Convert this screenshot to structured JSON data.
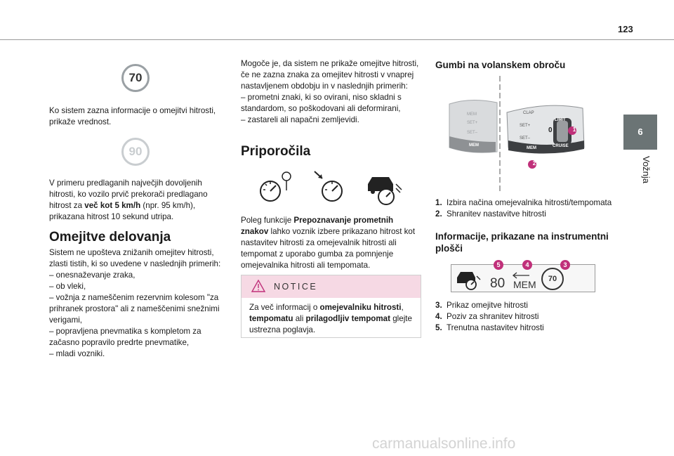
{
  "header": {
    "page_number": "123"
  },
  "side_tab": {
    "number": "6",
    "label": "Vožnja"
  },
  "col1": {
    "sign_current": "70",
    "para1": "Ko sistem zazna informacije o omejitvi hitrosti, prikaže vrednost.",
    "sign_previous": "90",
    "para2_before": "V primeru predlaganih največjih dovoljenih hitrosti, ko vozilo prvič prekorači predlagano hitrost za ",
    "para2_bold": "več kot 5 km/h",
    "para2_after": " (npr. 95 km/h), prikazana hitrost 10 sekund utripa.",
    "heading": "Omejitve delovanja",
    "intro": "Sistem ne upošteva znižanih omejitev hitrosti, zlasti tistih, ki so uvedene v naslednjih primerih:",
    "bullets": [
      "– onesnaževanje zraka,",
      "– ob vleki,",
      "– vožnja z nameščenim rezervnim kolesom \"za prihranek prostora\" ali z nameščenimi snežnimi verigami,",
      "– popravljena pnevmatika s kompletom za začasno popravilo predrte pnevmatike,",
      "– mladi vozniki."
    ]
  },
  "col2": {
    "intro": "Mogoče je, da sistem ne prikaže omejitve hitrosti, če ne zazna znaka za omejitev hitrosti v vnaprej nastavljenem obdobju in v naslednjih primerih:",
    "bullets": [
      "– prometni znaki, ki so ovirani, niso skladni s standardom, so poškodovani ali deformirani,",
      "– zastareli ali napačni zemljevidi."
    ],
    "heading": "Priporočila",
    "para_before": "Poleg funkcije ",
    "para_bold": "Prepoznavanje prometnih znakov",
    "para_after": " lahko voznik izbere prikazano hitrost kot nastavitev hitrosti za omejevalnik hitrosti ali tempomat z uporabo gumba za pomnjenje omejevalnika hitrosti ali tempomata.",
    "notice": {
      "title": "NOTICE",
      "text_1": "Za več informacij o ",
      "bold_1": "omejevalniku hitrosti",
      "text_2": ", ",
      "bold_2": "tempomatu",
      "text_3": " ali ",
      "bold_3": "prilagodljiv tempomat",
      "text_4": " glejte ustrezna poglavja."
    }
  },
  "col3": {
    "heading1": "Gumbi na volanskem obroču",
    "stalk": {
      "mem": "MEM",
      "set_plus": "SET+",
      "set_minus": "SET–",
      "limit": "LIMIT",
      "cruise": "CRUISE",
      "zero": "0",
      "clap": "CLAP",
      "callout_1": "1",
      "callout_2": "2"
    },
    "list1": [
      {
        "n": "1.",
        "text": "Izbira načina omejevalnika hitrosti/tempomata"
      },
      {
        "n": "2.",
        "text": "Shranitev nastavitve hitrosti"
      }
    ],
    "heading2": "Informacije, prikazane na instrumentni plošči",
    "panel": {
      "speed": "80",
      "mem": "MEM",
      "sign": "70",
      "callout_5": "5",
      "callout_4": "4",
      "callout_3": "3"
    },
    "list2": [
      {
        "n": "3.",
        "text": "Prikaz omejitve hitrosti"
      },
      {
        "n": "4.",
        "text": "Poziv za shranitev hitrosti"
      },
      {
        "n": "5.",
        "text": "Trenutna nastavitev hitrosti"
      }
    ]
  },
  "footer": {
    "watermark": "carmanualsonline.info"
  },
  "colors": {
    "accent": "#c0307a",
    "tab": "#6b7475",
    "notice_bg": "#f6d9e4"
  }
}
